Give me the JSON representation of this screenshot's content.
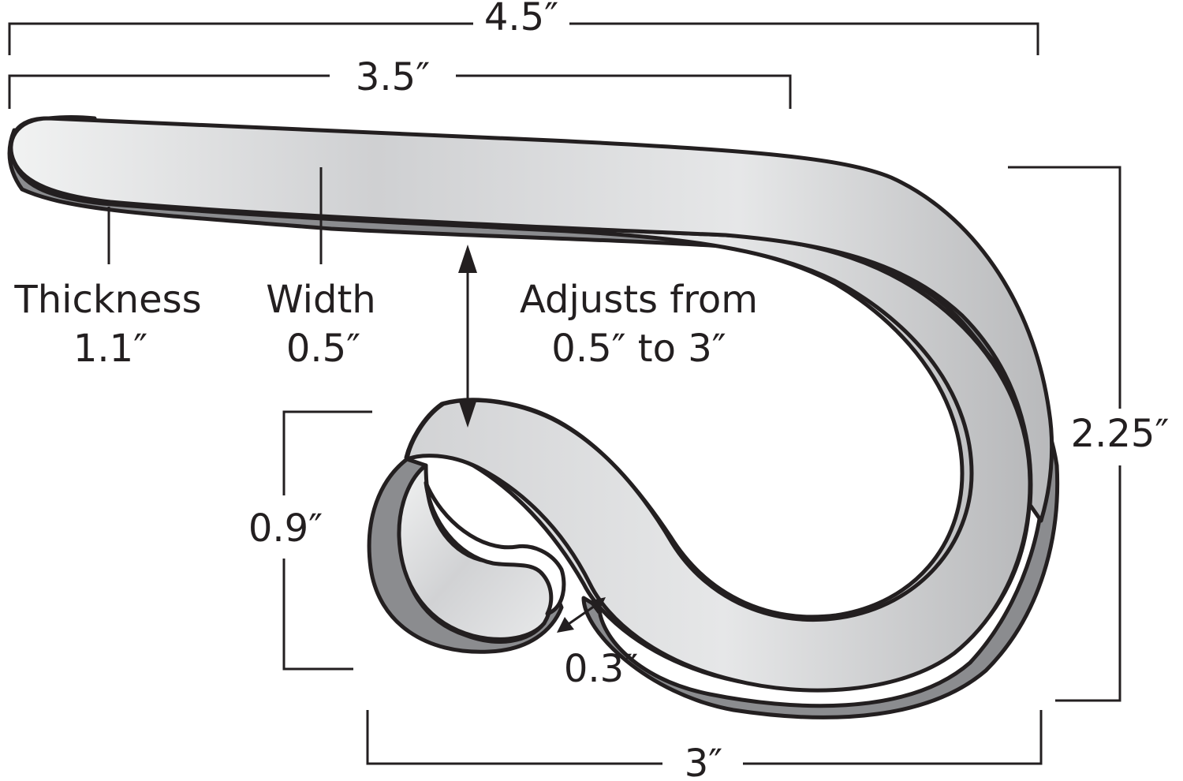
{
  "dimensions": {
    "overall_length": "4.5″",
    "top_length": "3.5″",
    "height": "2.25″",
    "loop_height": "0.9″",
    "base_length": "3″",
    "gap": "0.3″"
  },
  "callouts": {
    "thickness_label": "Thickness",
    "thickness_value": "1.1″",
    "width_label": "Width",
    "width_value": "0.5″",
    "adjust_line1": "Adjusts from",
    "adjust_line2": "0.5″ to 3″"
  },
  "colors": {
    "outline": "#231f20",
    "face_light": "#e4e5e6",
    "face_mid": "#c5c6c8",
    "edge_dark": "#8b8c8f"
  }
}
